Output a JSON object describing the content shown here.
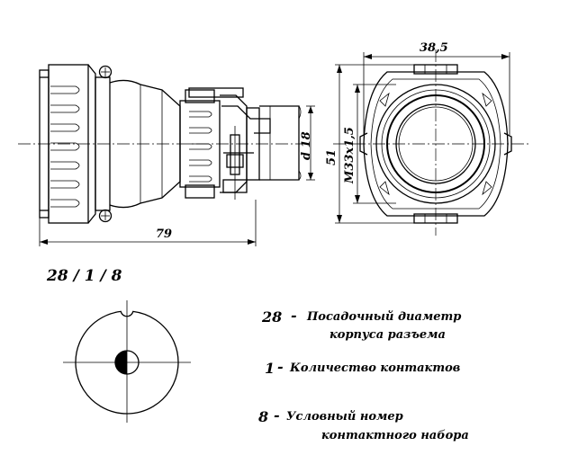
{
  "dimensions": {
    "width": "38,5",
    "length": "79",
    "inner_diameter": "d 18",
    "outer": "51",
    "thread": "M33x1,5"
  },
  "code": "28 / 1 / 8",
  "legend": [
    {
      "num": "28",
      "dash": "-",
      "line1": "Посадочный диаметр",
      "line2": "корпуса разъема"
    },
    {
      "num": "1",
      "dash": "-",
      "line1": "Количество контактов",
      "line2": ""
    },
    {
      "num": "8",
      "dash": "-",
      "line1": "Условный номер",
      "line2": "контактного набора"
    }
  ]
}
